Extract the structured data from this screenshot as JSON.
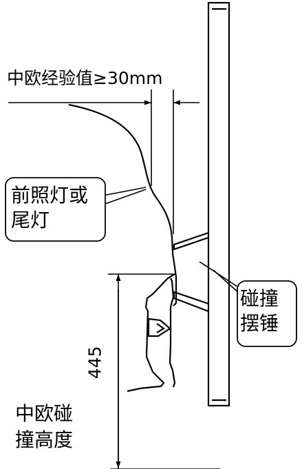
{
  "labels": {
    "top_dimension": "中欧经验值≥30mm",
    "lamp_line1": "前照灯或",
    "lamp_line2": "尾灯",
    "pendulum_line1": "碰撞",
    "pendulum_line2": "摆锤",
    "height_line1": "中欧碰",
    "height_line2": "撞高度",
    "height_value": "445"
  },
  "colors": {
    "stroke": "#000000",
    "background": "#ffffff"
  }
}
